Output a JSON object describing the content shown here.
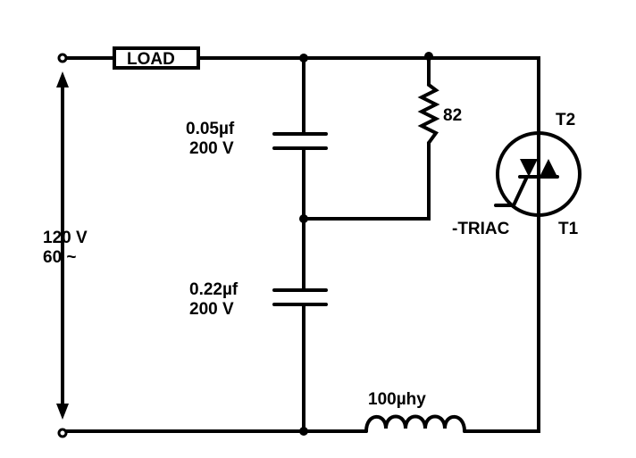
{
  "load_label": "LOAD",
  "source": {
    "voltage": "120 V",
    "frequency": "60 ~"
  },
  "cap1": {
    "value": "0.05µf",
    "voltage": "200 V"
  },
  "cap2": {
    "value": "0.22µf",
    "voltage": "200 V"
  },
  "resistor": {
    "value": "82"
  },
  "triac": {
    "label": "-TRIAC",
    "t2": "T2",
    "t1": "T1"
  },
  "inductor": {
    "value": "100µhy"
  },
  "colors": {
    "ink": "#000000",
    "paper": "#ffffff"
  }
}
